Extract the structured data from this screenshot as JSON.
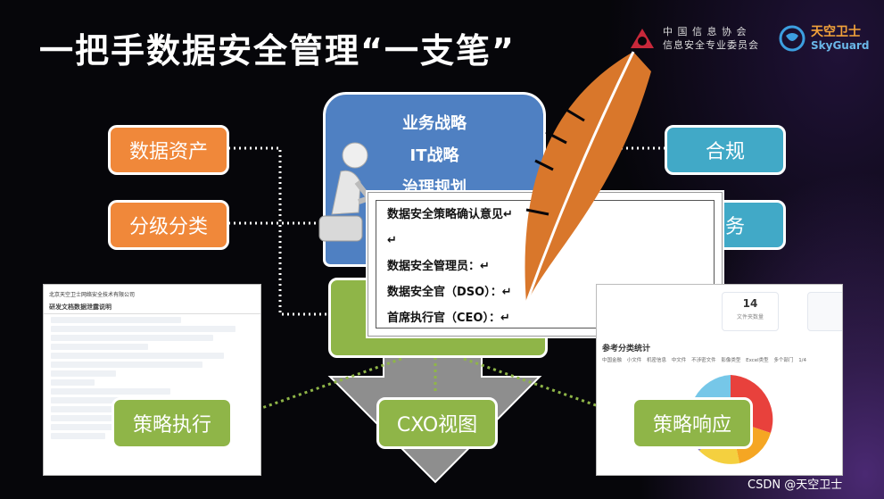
{
  "title": "一把手数据安全管理“一支笔”",
  "logos": {
    "org1_line1": "中 国 信 息 协 会",
    "org1_line2": "信息安全专业委员会",
    "org2_cn": "天空卫士",
    "org2_en": "SkyGuard"
  },
  "left_boxes": [
    "数据资产",
    "分级分类"
  ],
  "right_boxes": [
    "合规",
    "业务"
  ],
  "center_top_lines": [
    "业务战略",
    "IT战略",
    "治理规划"
  ],
  "document": {
    "heading": "数据安全策略确认意见↵",
    "blank": "↵",
    "rows": [
      "数据安全管理员：↵",
      "数据安全官（DSO）：↵",
      "首席执行官（CEO）：↵"
    ]
  },
  "bottom_boxes": {
    "left": "策略执行",
    "center": "CXO视图",
    "right": "策略响应"
  },
  "left_screenshot": {
    "company": "北京天空卫士网络安全技术有限公司",
    "doc_title": "研发文档数据泄露说明"
  },
  "right_screenshot": {
    "stat_value": "14",
    "stat_label": "文件夹数量",
    "section_title": "参考分类统计",
    "legend": [
      "中国金融",
      "小文件",
      "机密信息",
      "中文件",
      "不涉密文件",
      "影像类型",
      "Excel类型",
      "多个部门",
      "1/4"
    ]
  },
  "watermark": "CSDN @天空卫士",
  "colors": {
    "orange": "#f0883a",
    "teal": "#41a9c7",
    "green": "#8fb548",
    "blue": "#4f80c2",
    "feather": "#d9772b"
  }
}
